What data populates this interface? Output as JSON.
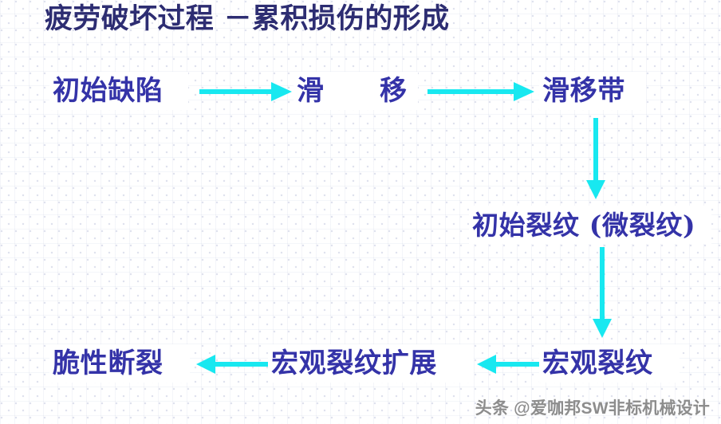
{
  "slide": {
    "title": "疲劳破坏过程 －累积损伤的形成",
    "watermark": "头条 @爱咖邦SW非标机械设计",
    "colors": {
      "title_text": "#2d2d72",
      "node_text": "#3433a8",
      "arrow": "#18e8f0",
      "background": "#ffffff",
      "watermark_text": "#8d8d8d"
    }
  },
  "diagram": {
    "type": "flowchart",
    "nodes": [
      {
        "id": "initial-defect",
        "label": "初始缺陷"
      },
      {
        "id": "slip",
        "label": "滑　　移"
      },
      {
        "id": "slip-band",
        "label": "滑移带"
      },
      {
        "id": "initial-crack",
        "label": "初始裂纹 (微裂纹)"
      },
      {
        "id": "macro-crack",
        "label": "宏观裂纹"
      },
      {
        "id": "macro-crack-growth",
        "label": "宏观裂纹扩展"
      },
      {
        "id": "brittle-fracture",
        "label": "脆性断裂"
      }
    ],
    "edges": [
      {
        "from": "initial-defect",
        "to": "slip",
        "direction": "right"
      },
      {
        "from": "slip",
        "to": "slip-band",
        "direction": "right"
      },
      {
        "from": "slip-band",
        "to": "initial-crack",
        "direction": "down"
      },
      {
        "from": "initial-crack",
        "to": "macro-crack",
        "direction": "down"
      },
      {
        "from": "macro-crack",
        "to": "macro-crack-growth",
        "direction": "left"
      },
      {
        "from": "macro-crack-growth",
        "to": "brittle-fracture",
        "direction": "left"
      }
    ]
  }
}
